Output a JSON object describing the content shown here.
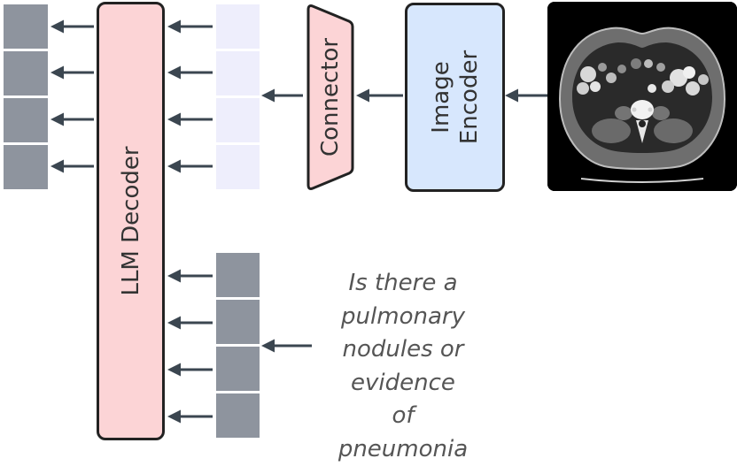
{
  "llm_decoder": {
    "label": "LLM Decoder"
  },
  "connector": {
    "label": "Connector"
  },
  "image_encoder": {
    "label_line1": "Image",
    "label_line2": "Encoder"
  },
  "ct_image": {
    "icon": "ct-scan-abdomen-image"
  },
  "question": {
    "lines": [
      "Is there a",
      "pulmonary",
      "nodules or",
      "evidence of",
      "pneumonia"
    ]
  },
  "colors": {
    "llm_fill": "#fcd4d6",
    "connector_fill": "#fcd4d6",
    "encoder_fill": "#d7e7fd",
    "output_token": "#8e949e",
    "image_token": "#eeeefc",
    "text_token": "#8e949e",
    "arrow": "#3b4650"
  }
}
